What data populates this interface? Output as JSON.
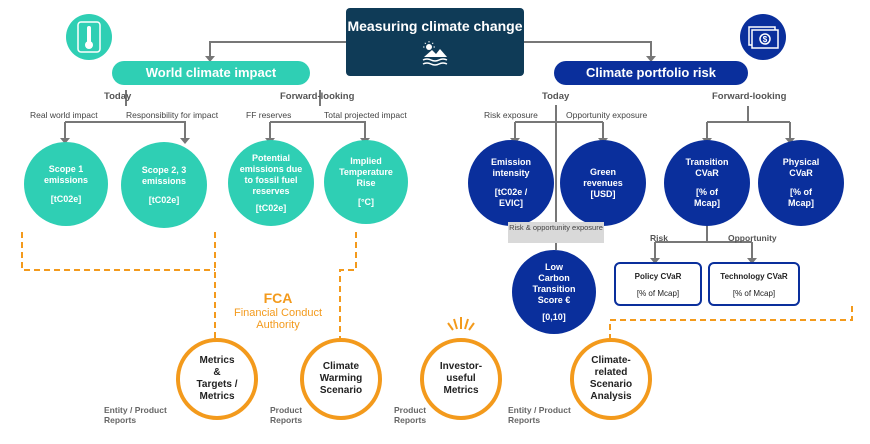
{
  "title": "Measuring climate change",
  "left": {
    "heading": "World climate impact",
    "today": "Today",
    "forward": "Forward-looking",
    "real_world_impact": "Real world impact",
    "responsibility": "Responsibility for impact",
    "ff_reserves": "FF reserves",
    "total_projected": "Total projected impact",
    "circles": [
      {
        "name": "Scope 1 emissions",
        "line1": "Scope 1",
        "line2": "emissions",
        "unit": "[tC02e]"
      },
      {
        "name": "Scope 2, 3 emissions",
        "line1": "Scope 2, 3",
        "line2": "emissions",
        "unit": "[tC02e]"
      },
      {
        "name": "Potential emissions due to fossil fuel reserves",
        "line1": "Potential",
        "line2": "emissions due",
        "line3": "to fossil fuel",
        "line4": "reserves",
        "unit": "[tC02e]"
      },
      {
        "name": "Implied Temperature Rise",
        "line1": "Implied",
        "line2": "Temperature",
        "line3": "Rise",
        "unit": "[°C]"
      }
    ]
  },
  "right": {
    "heading": "Climate portfolio risk",
    "today": "Today",
    "forward": "Forward-looking",
    "risk_exposure": "Risk exposure",
    "opportunity_exposure": "Opportunity exposure",
    "risk_opportunity": "Risk & opportunity exposure",
    "risk": "Risk",
    "opportunity": "Opportunity",
    "circles": [
      {
        "line1": "Emission",
        "line2": "intensity",
        "unit1": "[tC02e /",
        "unit2": "EVIC]"
      },
      {
        "line1": "Green",
        "line2": "revenues",
        "unit1": "[USD]"
      },
      {
        "line1": "Transition",
        "line2": "CVaR",
        "unit1": "[% of",
        "unit2": "Mcap]"
      },
      {
        "line1": "Physical",
        "line2": "CVaR",
        "unit1": "[% of",
        "unit2": "Mcap]"
      },
      {
        "line1": "Low",
        "line2": "Carbon",
        "line3": "Transition",
        "line4": "Score €",
        "unit1": "[0,10]"
      }
    ],
    "boxes": [
      {
        "title": "Policy CVaR",
        "sub": "[% of Mcap]"
      },
      {
        "title": "Technology CVaR",
        "sub": "[% of Mcap]"
      }
    ]
  },
  "fca": {
    "abbr": "FCA",
    "line1": "Financial Conduct",
    "line2": "Authority"
  },
  "bottom": [
    {
      "l1": "Metrics",
      "l2": "&",
      "l3": "Targets /",
      "l4": "Metrics",
      "r1": "Entity / Product",
      "r2": "Reports"
    },
    {
      "l1": "Climate",
      "l2": "Warming",
      "l3": "Scenario",
      "r1": "Product",
      "r2": "Reports"
    },
    {
      "l1": "Investor-",
      "l2": "useful",
      "l3": "Metrics",
      "r1": "Product",
      "r2": "Reports"
    },
    {
      "l1": "Climate-",
      "l2": "related",
      "l3": "Scenario",
      "l4": "Analysis",
      "r1": "Entity / Product",
      "r2": "Reports"
    }
  ],
  "colors": {
    "teal": "#2fcfb4",
    "navy": "#0f3b57",
    "blue": "#0a2f9c",
    "orange": "#f39a1c",
    "grey": "#777777"
  },
  "icons": [
    "thermometer-icon",
    "landscape-sun-icon",
    "money-bill-icon",
    "sunburst-icon"
  ]
}
